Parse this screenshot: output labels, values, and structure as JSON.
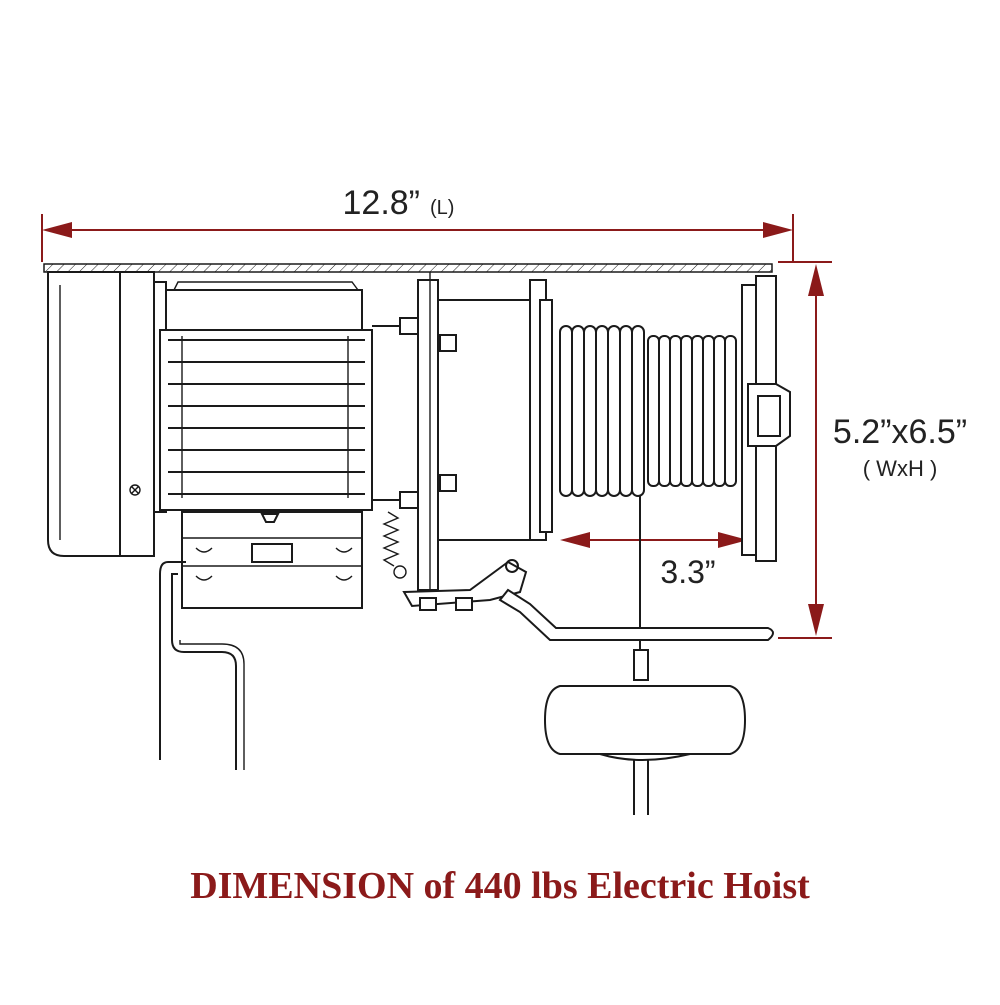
{
  "dimensions": {
    "length": {
      "value": "12.8”",
      "unit": "(L)"
    },
    "width_height": {
      "value": "5.2”x6.5”",
      "unit": "( WxH )"
    },
    "drum": {
      "value": "3.3”"
    }
  },
  "caption": "DIMENSION of 440 lbs Electric Hoist",
  "colors": {
    "arrow": "#8b1a1a",
    "caption": "#8b1a1a",
    "line": "#1a1a1a"
  }
}
